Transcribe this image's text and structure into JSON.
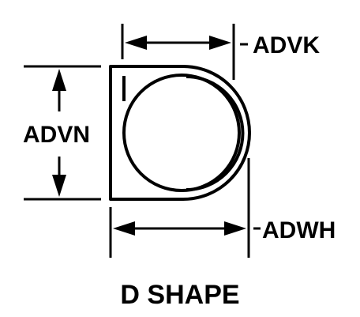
{
  "diagram": {
    "labels": {
      "top_dimension": "ADVK",
      "left_dimension": "ADVN",
      "bottom_dimension": "ADWH"
    },
    "caption": "D SHAPE"
  },
  "colors": {
    "ink": "#000000",
    "background": "#ffffff"
  }
}
